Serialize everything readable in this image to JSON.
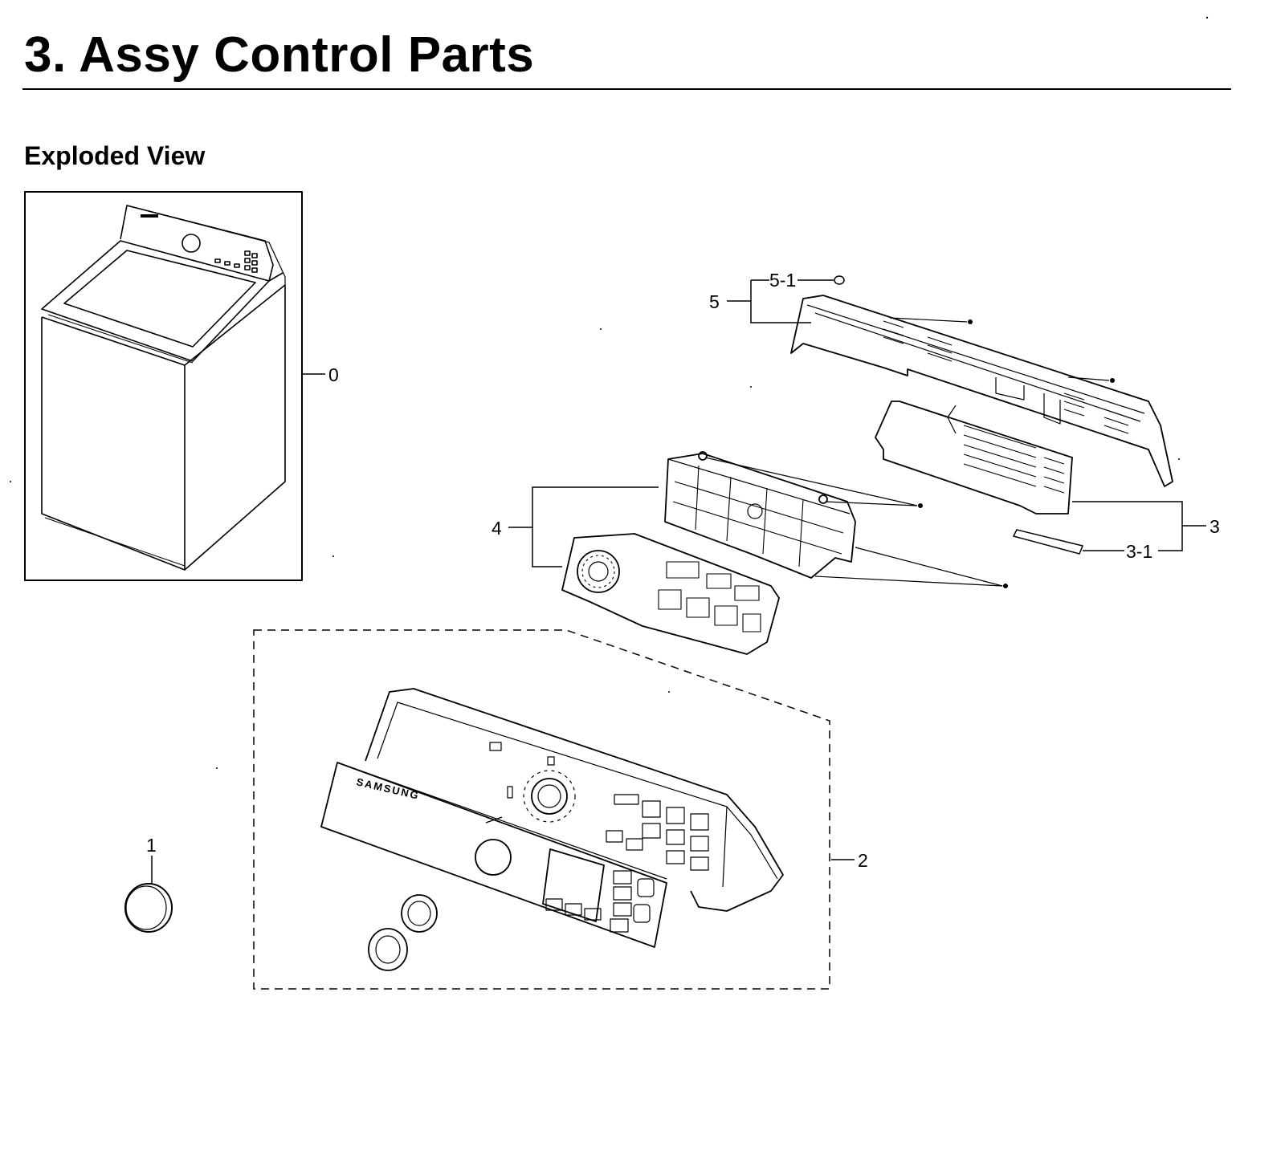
{
  "page": {
    "title": "3.  Assy Control Parts",
    "subtitle": "Exploded View"
  },
  "brand": "SAMSUNG",
  "callouts": {
    "0": "0",
    "1": "1",
    "2": "2",
    "3": "3",
    "3-1": "3-1",
    "4": "4",
    "5": "5",
    "5-1": "5-1"
  }
}
